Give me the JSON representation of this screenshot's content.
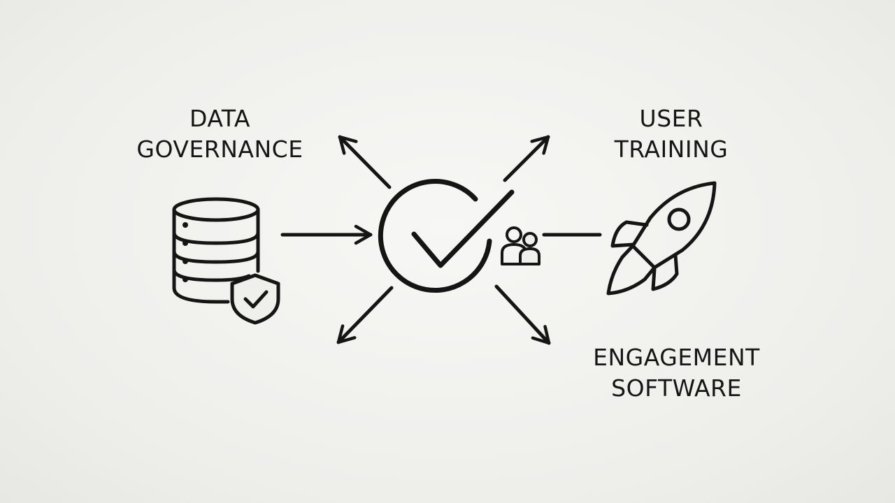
{
  "nodes": {
    "data_governance": {
      "line1": "DATA",
      "line2": "GOVERNANCE",
      "icon": "database-shield-icon"
    },
    "user_training": {
      "line1": "USER",
      "line2": "TRAINING",
      "icon": "rocket-icon"
    },
    "engagement_software": {
      "line1": "ENGAGEMENT",
      "line2": "SOFTWARE"
    },
    "center": {
      "icon": "checkmark-circle-icon",
      "badge_icon": "users-icon"
    }
  },
  "colors": {
    "background": "#efefec",
    "stroke": "#151515"
  }
}
